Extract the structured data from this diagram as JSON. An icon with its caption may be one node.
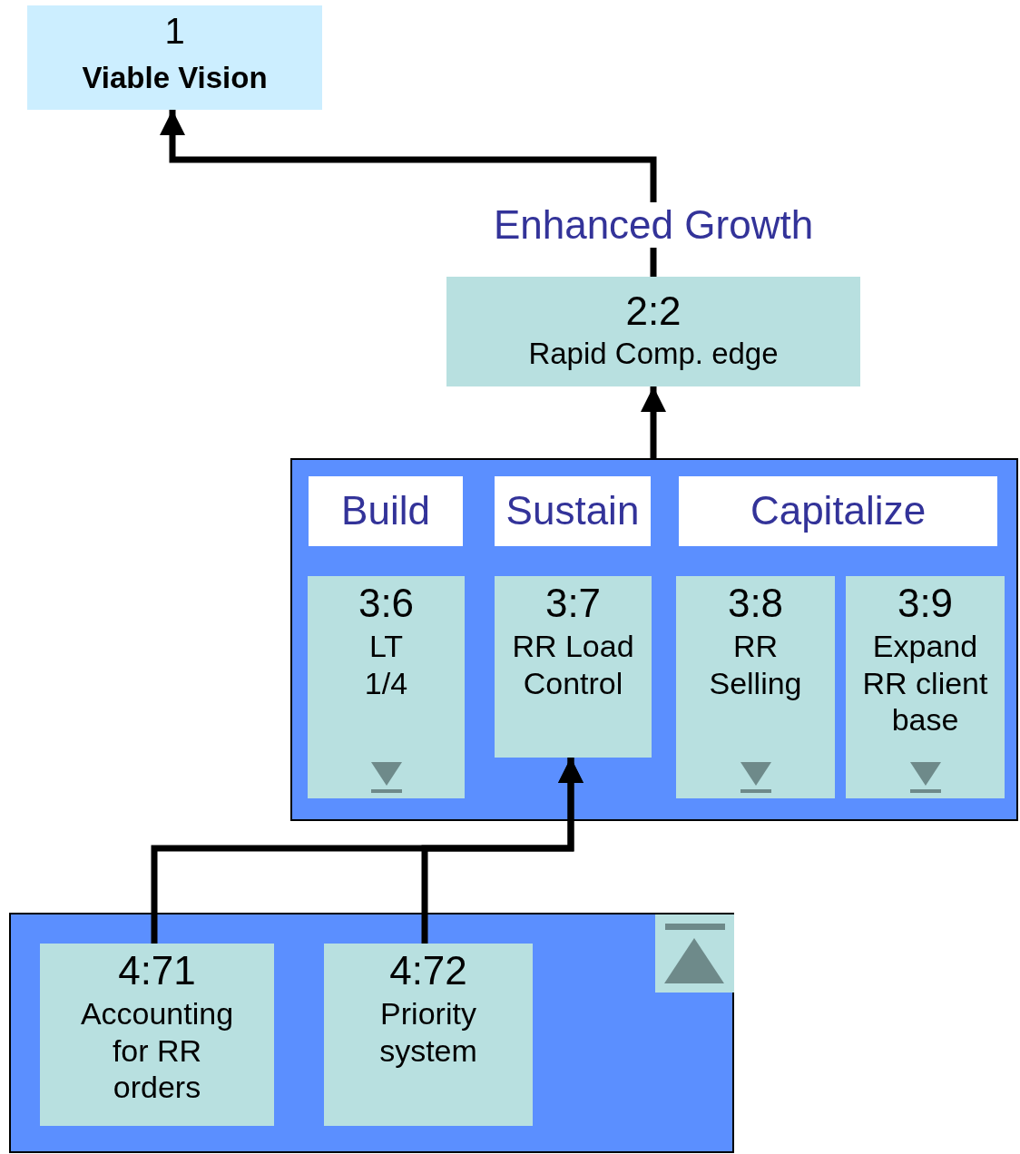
{
  "diagram": {
    "nodes": [
      {
        "text": [
          "1",
          "Viable Vision"
        ]
      },
      {
        "text": [
          "2:2",
          "Rapid Comp. edge"
        ]
      },
      {
        "text": [],
        "shape": "box"
      },
      {
        "text": [
          "Build"
        ],
        "in": 2
      },
      {
        "text": [
          "Sustain"
        ],
        "in": 2
      },
      {
        "text": [
          "Capitalize"
        ],
        "in": 2
      },
      {
        "text": [
          "3:6",
          "LT 1/4"
        ],
        "in": 2
      },
      {
        "text": [
          "3:7",
          "RR Load Control"
        ],
        "in": 2
      },
      {
        "text": [
          "3:8",
          "RR Selling"
        ],
        "in": 2
      },
      {
        "text": [
          "3:9",
          "Expand RR client base"
        ],
        "in": 2
      },
      {
        "text": [],
        "shape": "box"
      },
      {
        "text": [
          "4:71",
          "Accounting for RR orders"
        ],
        "in": 10
      },
      {
        "text": [
          "4:72",
          "Priority system"
        ],
        "in": 10
      }
    ],
    "edges": [
      {
        "from": 1,
        "to": 0,
        "arrow": "to",
        "label": "Enhanced Growth"
      },
      {
        "from": 2,
        "to": 1,
        "arrow": "to"
      },
      {
        "from": 11,
        "to": 7,
        "arrow": "to"
      },
      {
        "from": 12,
        "to": 7,
        "arrow": "to"
      }
    ]
  }
}
